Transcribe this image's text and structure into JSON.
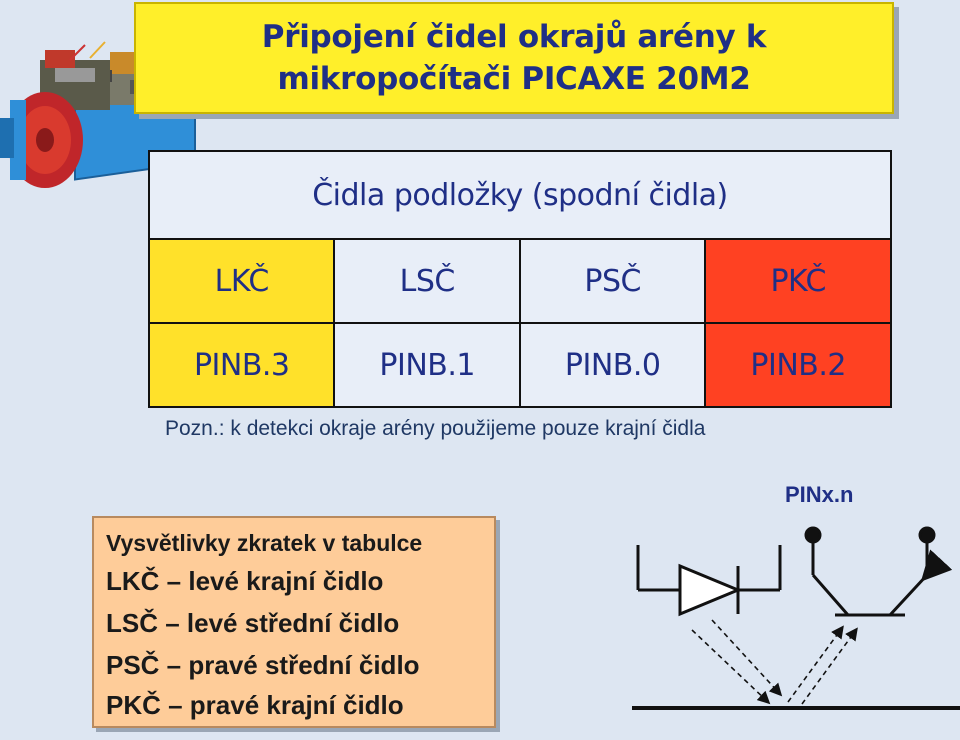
{
  "title": {
    "line1": "Připojení čidel okrajů arény k",
    "line2": "mikropočítači PICAXE 20M2"
  },
  "table": {
    "header": "Čidla podložky (spodní čidla)",
    "sensors": [
      {
        "name": "LKČ",
        "pin": "PINB.3",
        "color": "#ffe12a"
      },
      {
        "name": "LSČ",
        "pin": "PINB.1",
        "color": "#e8eef8"
      },
      {
        "name": "PSČ",
        "pin": "PINB.0",
        "color": "#e8eef8"
      },
      {
        "name": "PKČ",
        "pin": "PINB.2",
        "color": "#ff4122"
      }
    ]
  },
  "note": "Pozn.: k detekci okraje arény použijeme pouze krajní čidla",
  "legend": {
    "title": "Vysvětlivky zkratek v tabulce",
    "items": [
      "LKČ – levé krajní čidlo",
      "LSČ – levé střední čidlo",
      "PSČ – pravé střední čidlo",
      "PKČ – pravé krajní čidlo"
    ]
  },
  "diagram": {
    "pin_label": "PINx.n",
    "led_icon": "ir-led-icon",
    "phototransistor_icon": "phototransistor-icon"
  },
  "colors": {
    "title_bg": "#ffef2a",
    "text_blue": "#1f2f86",
    "legend_bg": "#fecc99",
    "page_bg": "#dde6f2"
  }
}
